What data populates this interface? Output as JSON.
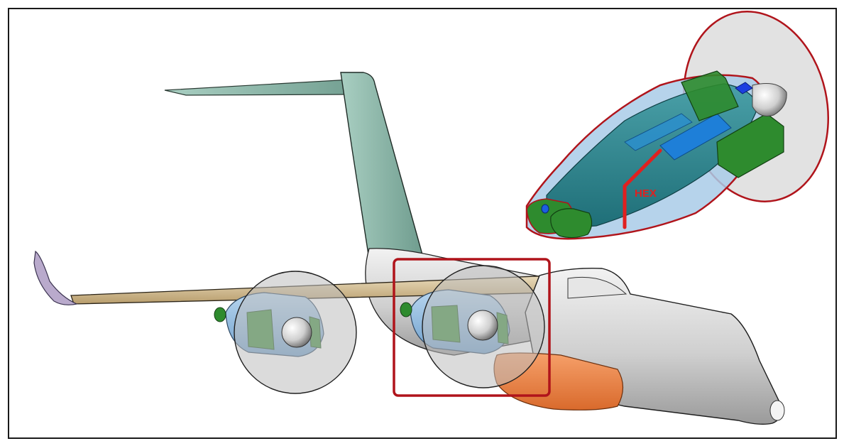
{
  "annotations": {
    "hex_label": "HEX"
  },
  "colors": {
    "frame": "#1a1a1a",
    "highlight_box": "#b0141b",
    "hex_line": "#e02020",
    "hex_text": "#e02020",
    "fuselage": "#d0d0d0",
    "tail": "#8fb8aa",
    "wing": "#d8c39a",
    "nacelle": "#8ab8df",
    "propeller_disc": "#bdbdbd",
    "belly_fairing": "#f08a4b",
    "engine_green": "#2e8b2e",
    "winglet": "#b9aacc"
  },
  "icons": [
    "aircraft-render",
    "engine-detail-render",
    "propeller-disc",
    "heat-exchanger-marker"
  ]
}
